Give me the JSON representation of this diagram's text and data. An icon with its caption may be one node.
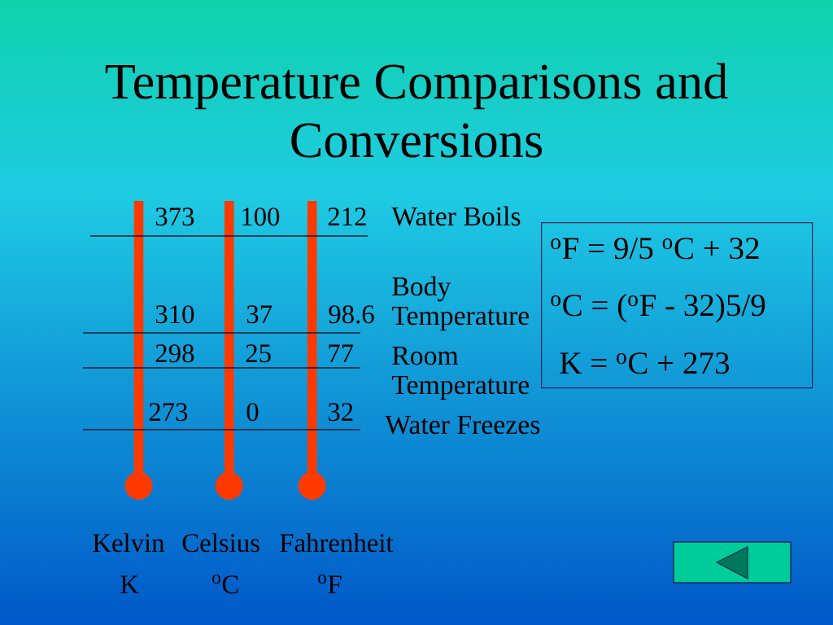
{
  "diagram": {
    "title": "Temperature Comparisons and Conversions",
    "nodes": [
      {
        "text": [
          "$^{o}$F = 9/5 $^{o}$C + 32",
          "$^{o}$C = ($^{o}$F - 32)5/9",
          "K = $^{o}$C + 273"
        ]
      }
    ],
    "labels": [
      "373",
      "100",
      "212",
      "Water Boils",
      "310",
      "37",
      "98.6",
      "Body Temperature",
      "298",
      "25",
      "77",
      "Room Temperature",
      "273",
      "0",
      "32",
      "Water Freezes",
      "Kelvin",
      "Celsius",
      "Fahrenheit",
      "K",
      "$^{o}$C",
      "$^{o}$F"
    ]
  }
}
